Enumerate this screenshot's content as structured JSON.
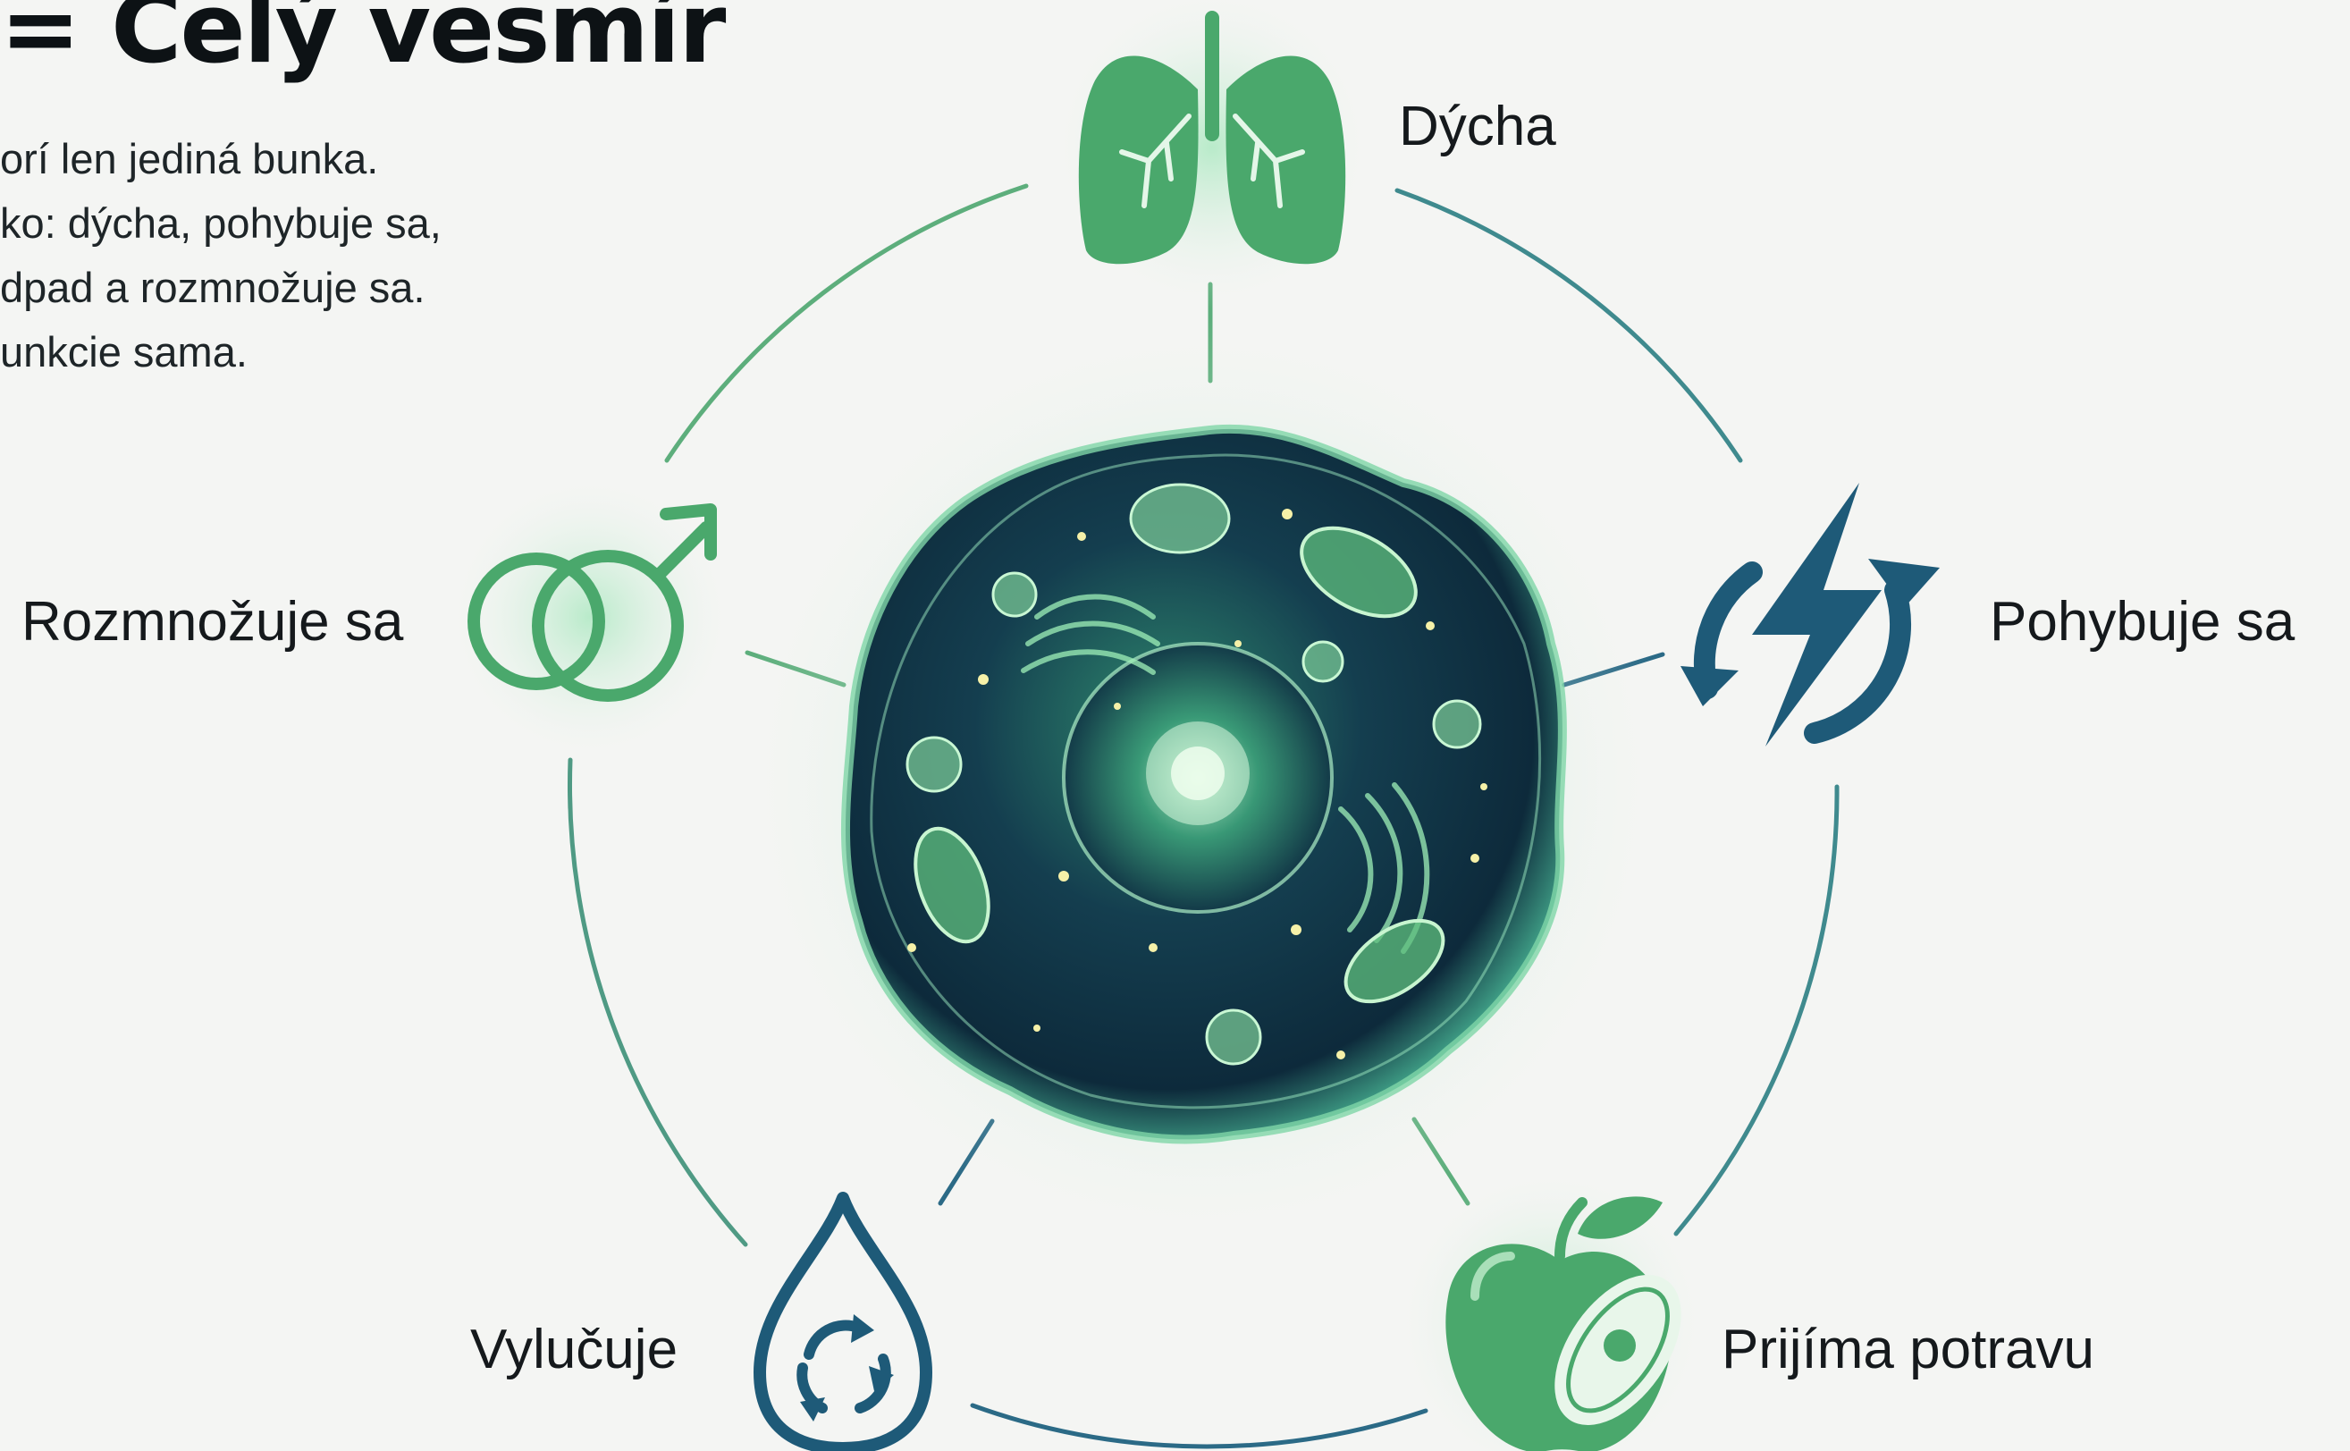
{
  "title": "= Celý vesmír",
  "intro": {
    "lines": [
      "orí len jediná bunka.",
      "ko: dýcha, pohybuje sa,",
      "dpad a rozmnožuje sa.",
      "unkcie sama."
    ]
  },
  "functions": {
    "breathes": {
      "label": "Dýcha",
      "icon": "lungs-icon"
    },
    "moves": {
      "label": "Pohybuje sa",
      "icon": "lightning-cycle-icon"
    },
    "eats": {
      "label": "Prijíma potravu",
      "icon": "apple-cell-icon"
    },
    "excretes": {
      "label": "Vylučuje",
      "icon": "water-drop-recycle-icon"
    },
    "reproduces": {
      "label": "Rozmnožuje sa",
      "icon": "reproduction-symbol-icon"
    }
  },
  "center": {
    "icon": "cell-universe-icon"
  },
  "colors": {
    "green": "#4aa86c",
    "teal": "#1e5a78",
    "ring_green": "#5dae7c",
    "ring_teal": "#2b6a86"
  }
}
